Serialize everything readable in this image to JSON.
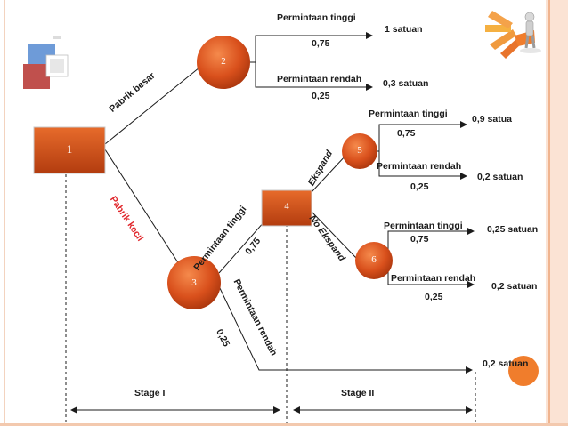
{
  "nodes": {
    "n1": "1",
    "n2": "2",
    "n3": "3",
    "n4": "4",
    "n5": "5",
    "n6": "6"
  },
  "branches": {
    "pabrik_besar": "Pabrik besar",
    "pabrik_kecil": "Pabrik kecil",
    "ekspand": "Ekspand",
    "no_ekspand": "No Ekspand",
    "permintaan_tinggi_n3": "Permintaan tinggi",
    "prob_tinggi_n3": "0,75",
    "permintaan_rendah_n3": "Permintaan rendah",
    "prob_rendah_n3": "0,25"
  },
  "outcomes": {
    "n2_high_label": "Permintaan tinggi",
    "n2_high_prob": "0,75",
    "n2_high_value": "1 satuan",
    "n2_low_label": "Permintaan rendah",
    "n2_low_prob": "0,25",
    "n2_low_value": "0,3 satuan",
    "n5_high_label": "Permintaan tinggi",
    "n5_high_prob": "0,75",
    "n5_high_value": "0,9 satua",
    "n5_low_label": "Permintaan rendah",
    "n5_low_prob": "0,25",
    "n5_low_value": "0,2 satuan",
    "n6_high_label": "Permintaan tinggi",
    "n6_high_prob": "0,75",
    "n6_high_value": "0,25 satuan",
    "n6_low_label": "Permintaan rendah",
    "n6_low_prob": "0,25",
    "n6_low_value": "0,2 satuan",
    "n3_low_value": "0,2 satuan"
  },
  "stages": {
    "stage1": "Stage I",
    "stage2": "Stage II"
  },
  "colors": {
    "node_fill": "#d9501c",
    "node_dark": "#a8350d",
    "accent_orange": "#f07d2c",
    "line": "#1b1b1b",
    "kecil_text": "#e0262b"
  },
  "icons": {
    "top_left_deco": "color-squares-decoration",
    "top_right_clipart": "person-with-arrows-clipart"
  }
}
